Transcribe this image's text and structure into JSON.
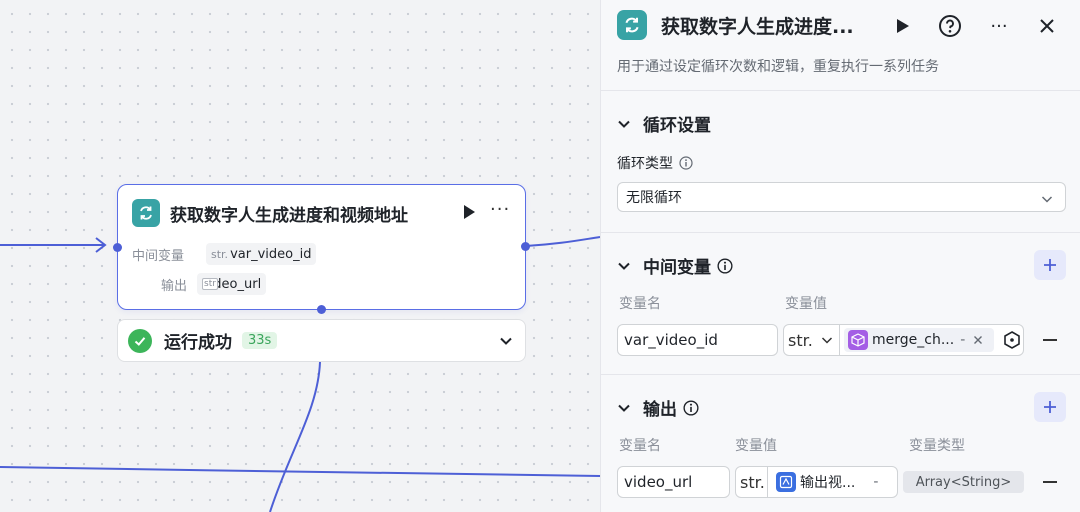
{
  "canvas": {
    "node": {
      "title": "获取数字人生成进度和视频地址",
      "rows": [
        {
          "label": "中间变量",
          "type": "str.",
          "value": "var_video_id"
        },
        {
          "label": "输出",
          "type": "str",
          "value": "video_url"
        }
      ]
    },
    "status": {
      "text": "运行成功",
      "duration": "33s"
    }
  },
  "panel": {
    "title": "获取数字人生成进度...",
    "description": "用于通过设定循环次数和逻辑，重复执行一系列任务",
    "loop_section": {
      "title": "循环设置",
      "type_label": "循环类型",
      "type_value": "无限循环"
    },
    "vars_section": {
      "title": "中间变量",
      "col_name": "变量名",
      "col_value": "变量值",
      "row": {
        "name": "var_video_id",
        "type": "str.",
        "ref": "merge_ch...",
        "ref_suffix": "-"
      }
    },
    "output_section": {
      "title": "输出",
      "col_name": "变量名",
      "col_value": "变量值",
      "col_type": "变量类型",
      "row": {
        "name": "video_url",
        "type": "str.",
        "ref": "输出视...",
        "ref_suffix": "-",
        "var_type": "Array<String>"
      }
    }
  },
  "colors": {
    "accent": "#4d5fd6",
    "brand_icon": "#38a3a5",
    "success": "#3cb55a"
  }
}
